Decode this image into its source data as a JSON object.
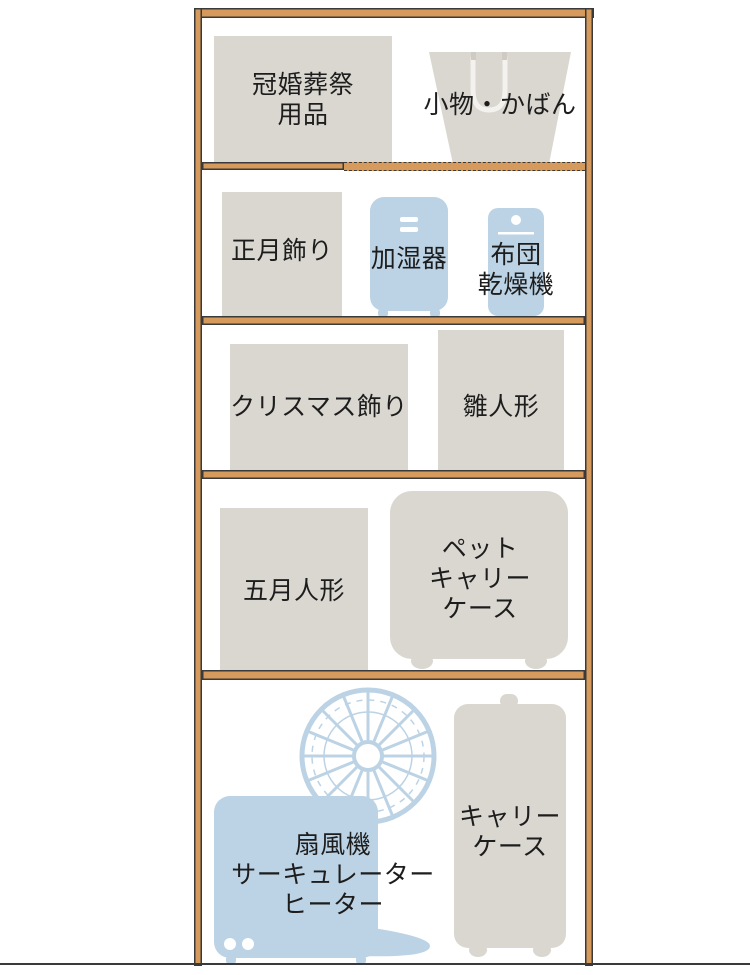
{
  "colors": {
    "wood": "#d59a5c",
    "outline": "#3a3a3a",
    "box": "#dad7d0",
    "appliance": "#bcd3e5",
    "text": "#1d1d1d"
  },
  "shelves": [
    {
      "items": [
        {
          "label_lines": [
            "冠婚葬祭",
            "用品"
          ]
        },
        {
          "label_lines": [
            "小物・かばん"
          ],
          "icon": "tote-bag-icon"
        }
      ]
    },
    {
      "items": [
        {
          "label_lines": [
            "正月飾り"
          ]
        },
        {
          "label_lines": [
            "加湿器"
          ],
          "icon": "humidifier-icon"
        },
        {
          "label_lines": [
            "布団",
            "乾燥機"
          ],
          "icon": "futon-dryer-icon"
        }
      ]
    },
    {
      "items": [
        {
          "label_lines": [
            "クリスマス飾り"
          ]
        },
        {
          "label_lines": [
            "雛人形"
          ]
        }
      ]
    },
    {
      "items": [
        {
          "label_lines": [
            "五月人形"
          ]
        },
        {
          "label_lines": [
            "ペット",
            "キャリー",
            "ケース"
          ],
          "icon": "pet-carrier-icon"
        }
      ]
    },
    {
      "items": [
        {
          "label_lines": [
            "扇風機",
            "サーキュレーター",
            "ヒーター"
          ],
          "icon": "fan-heater-icon"
        },
        {
          "label_lines": [
            "キャリー",
            "ケース"
          ],
          "icon": "suitcase-icon"
        }
      ]
    }
  ]
}
